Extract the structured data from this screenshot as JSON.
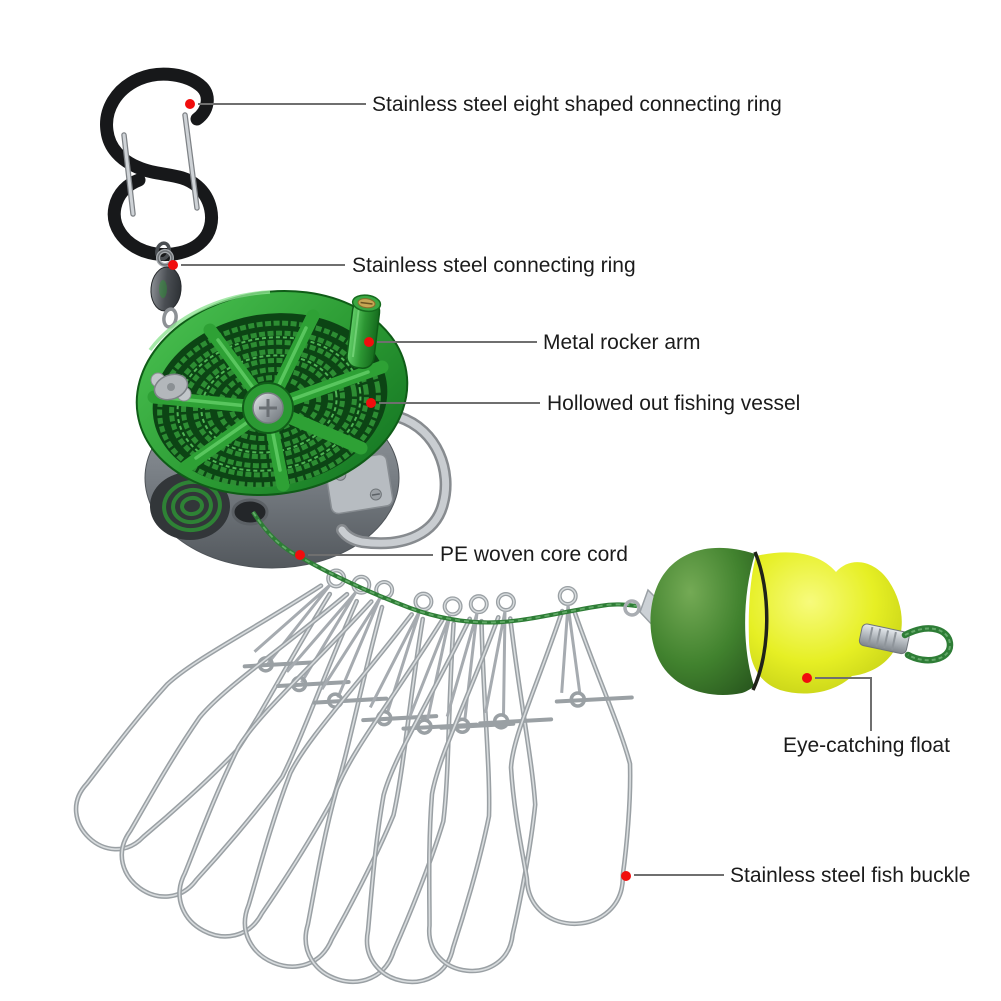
{
  "figure": {
    "type": "annotated product photo",
    "subject": "fishing stringer kit with reel, cord, float and lock snaps"
  },
  "callouts": [
    {
      "id": "eight-ring",
      "text": "Stainless steel eight shaped connecting ring"
    },
    {
      "id": "connecting-ring",
      "text": "Stainless steel connecting ring"
    },
    {
      "id": "rocker-arm",
      "text": "Metal rocker arm"
    },
    {
      "id": "fishing-vessel",
      "text": "Hollowed out fishing vessel"
    },
    {
      "id": "pe-cord",
      "text": "PE woven core cord"
    },
    {
      "id": "float",
      "text": "Eye-catching float"
    },
    {
      "id": "fish-buckle",
      "text": "Stainless steel fish buckle"
    }
  ],
  "colors": {
    "background": "#ffffff",
    "text": "#1b1b1b",
    "leader_line": "#6f6f6f",
    "callout_dot": "#f10d0d",
    "reel_green": "#2fa135",
    "cord_green": "#2e7d36",
    "float_yellow": "#e6ef24",
    "float_green": "#3f7d2b",
    "metal_silver": "#b9bec3",
    "carabiner_black": "#17181a"
  }
}
